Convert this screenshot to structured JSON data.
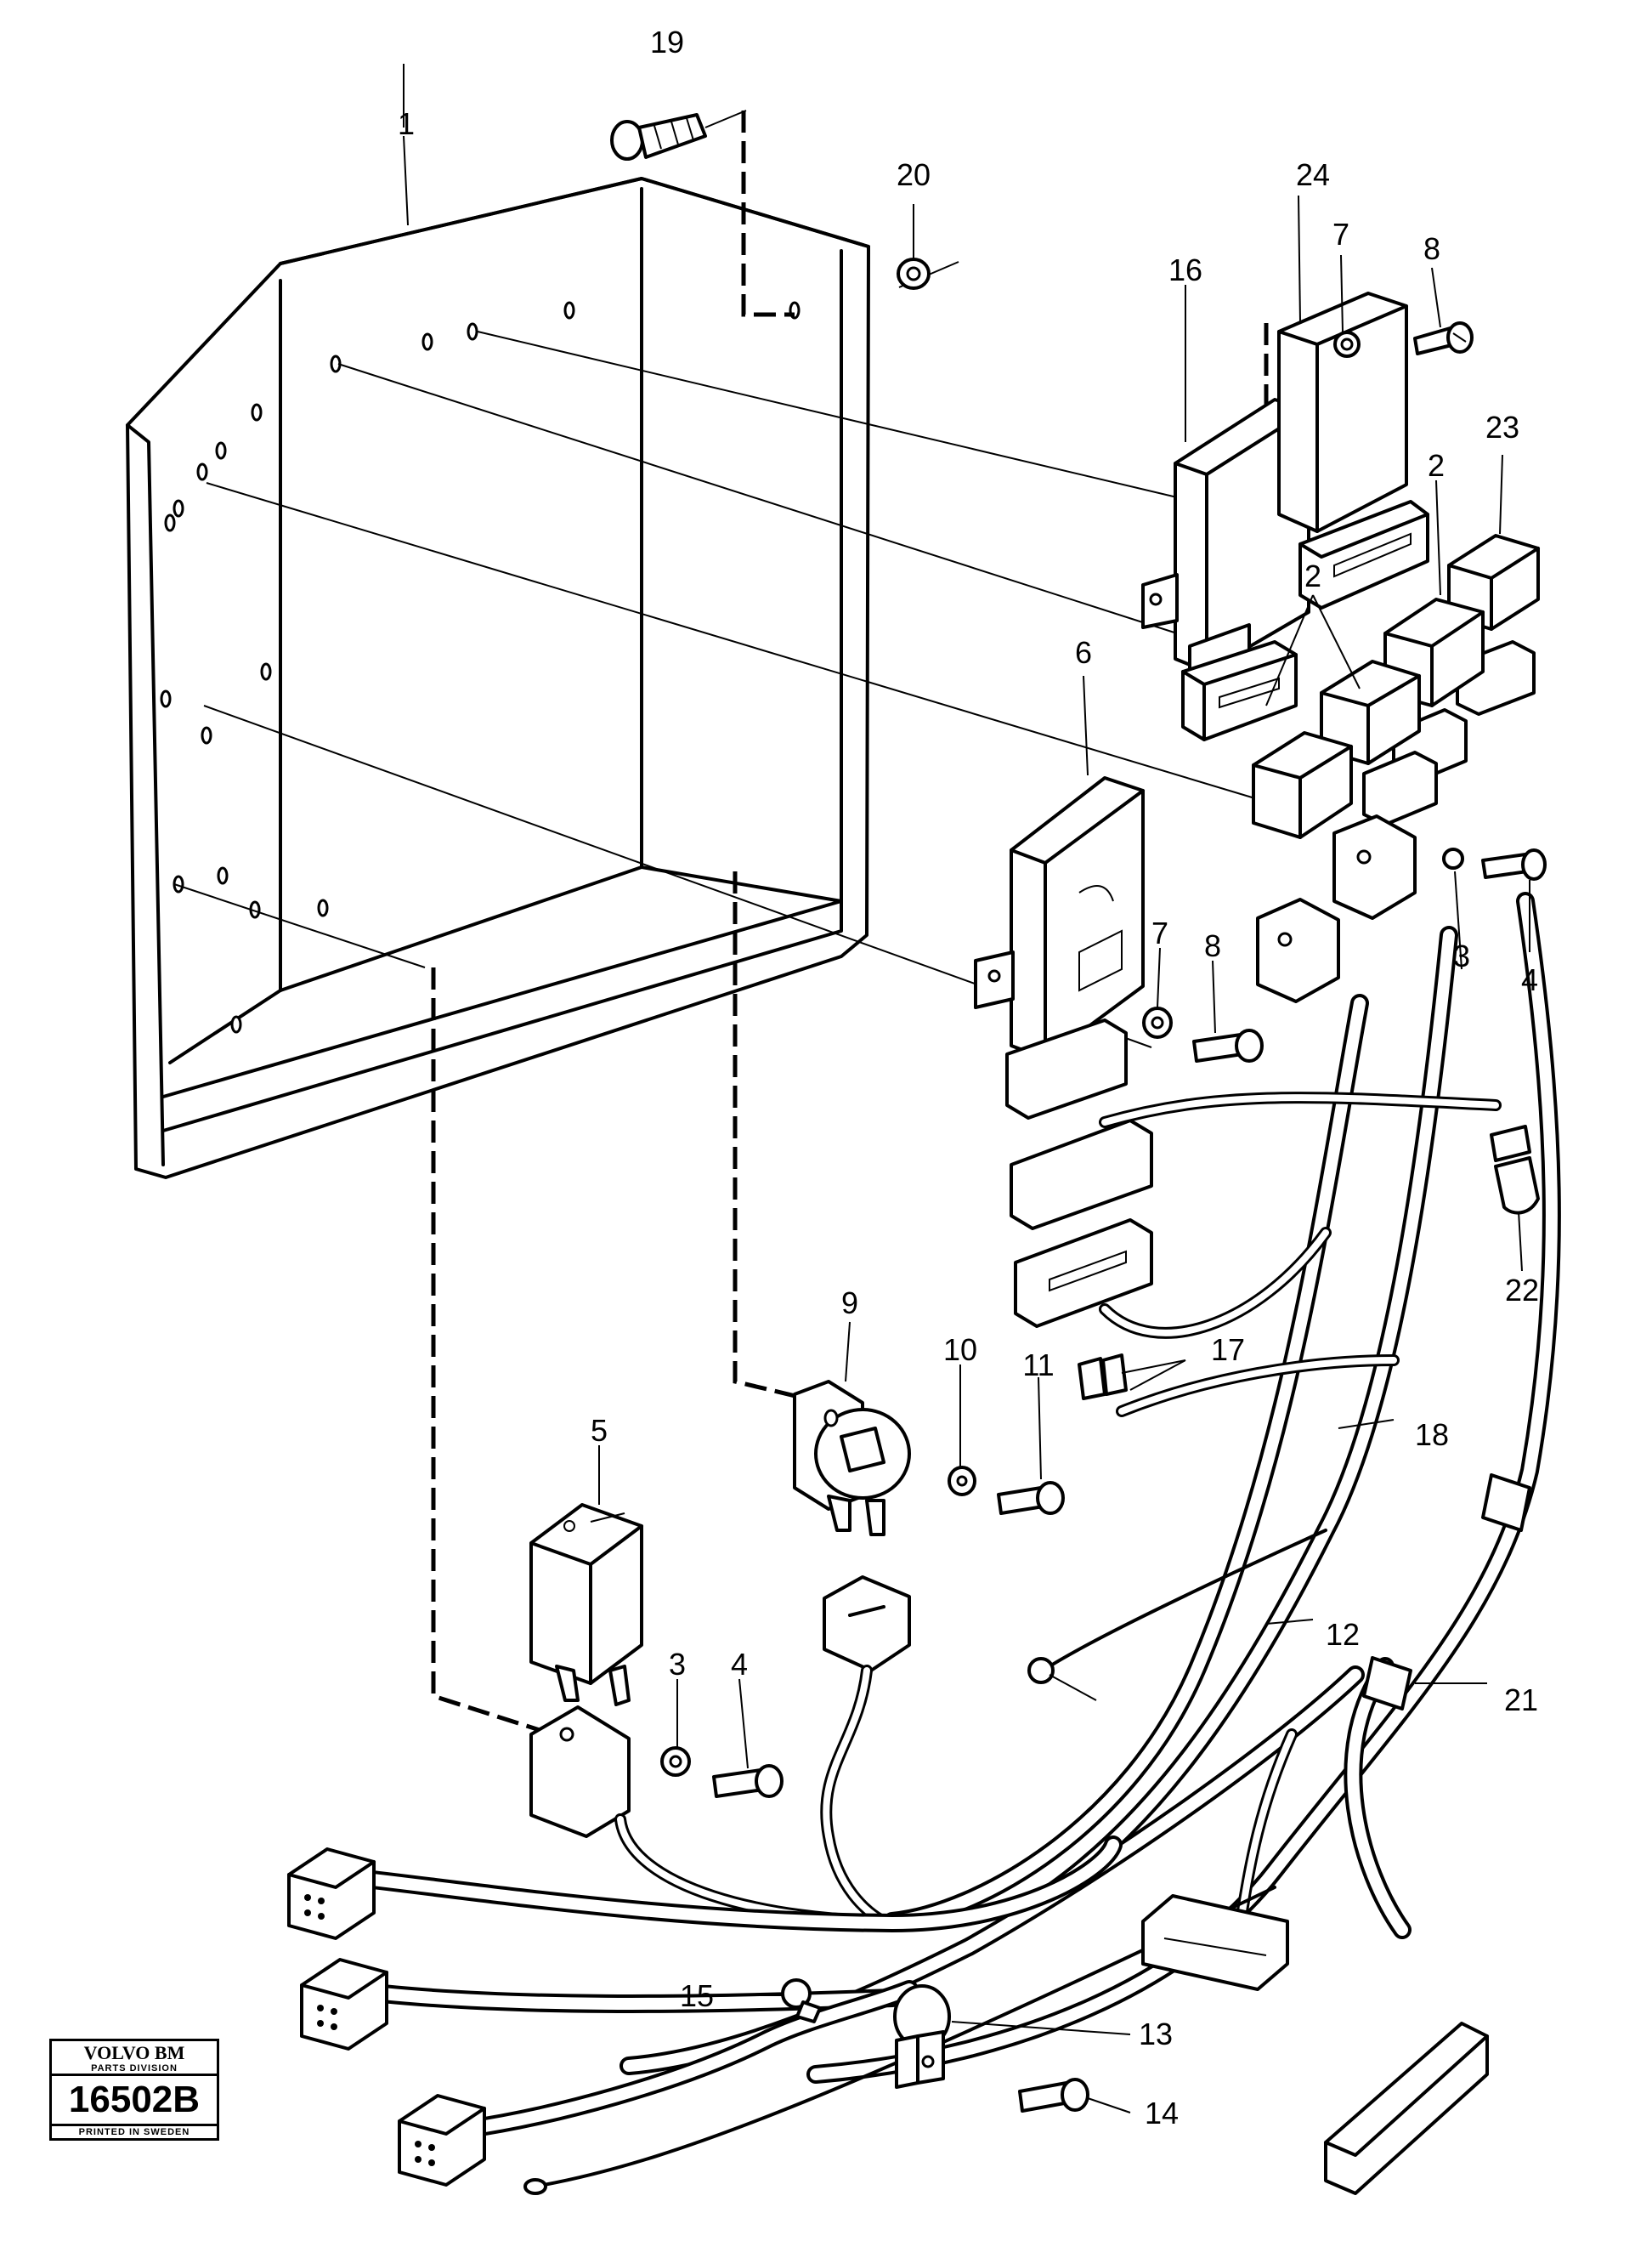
{
  "diagram": {
    "callouts": [
      {
        "id": "c1",
        "text": "1"
      },
      {
        "id": "c2a",
        "text": "2"
      },
      {
        "id": "c2b",
        "text": "2"
      },
      {
        "id": "c3a",
        "text": "3"
      },
      {
        "id": "c3b",
        "text": "3"
      },
      {
        "id": "c4a",
        "text": "4"
      },
      {
        "id": "c4b",
        "text": "4"
      },
      {
        "id": "c5",
        "text": "5"
      },
      {
        "id": "c6",
        "text": "6"
      },
      {
        "id": "c7a",
        "text": "7"
      },
      {
        "id": "c7b",
        "text": "7"
      },
      {
        "id": "c8a",
        "text": "8"
      },
      {
        "id": "c8b",
        "text": "8"
      },
      {
        "id": "c9",
        "text": "9"
      },
      {
        "id": "c10",
        "text": "10"
      },
      {
        "id": "c11",
        "text": "11"
      },
      {
        "id": "c12",
        "text": "12"
      },
      {
        "id": "c13",
        "text": "13"
      },
      {
        "id": "c14",
        "text": "14"
      },
      {
        "id": "c15",
        "text": "15"
      },
      {
        "id": "c16",
        "text": "16"
      },
      {
        "id": "c17",
        "text": "17"
      },
      {
        "id": "c18",
        "text": "18"
      },
      {
        "id": "c19",
        "text": "19"
      },
      {
        "id": "c20",
        "text": "20"
      },
      {
        "id": "c21",
        "text": "21"
      },
      {
        "id": "c22",
        "text": "22"
      },
      {
        "id": "c23",
        "text": "23"
      },
      {
        "id": "c24",
        "text": "24"
      }
    ]
  },
  "stamp": {
    "brand": "VOLVO BM",
    "division": "PARTS DIVISION",
    "number": "16502B",
    "printed": "PRINTED IN SWEDEN"
  }
}
